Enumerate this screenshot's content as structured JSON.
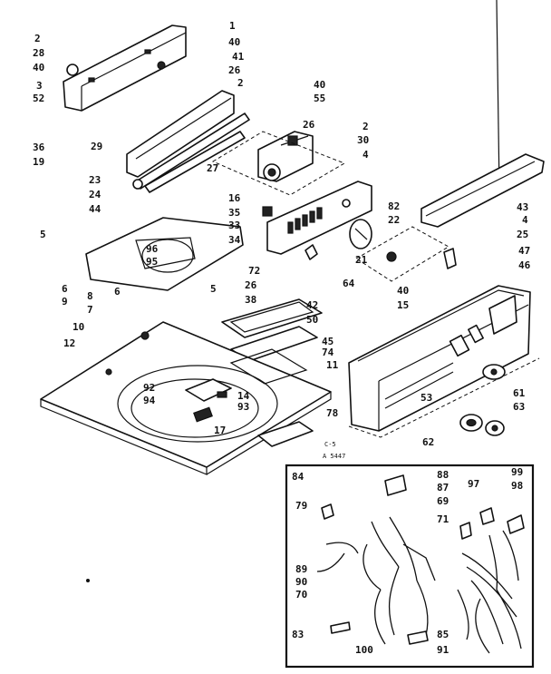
{
  "labels": [
    {
      "key": "l1",
      "text": "1"
    },
    {
      "key": "l2a",
      "text": "2"
    },
    {
      "key": "l28",
      "text": "28"
    },
    {
      "key": "l40a",
      "text": "40"
    },
    {
      "key": "l40b",
      "text": "40"
    },
    {
      "key": "l41",
      "text": "41"
    },
    {
      "key": "l26a",
      "text": "26"
    },
    {
      "key": "l2b",
      "text": "2"
    },
    {
      "key": "l40c",
      "text": "40"
    },
    {
      "key": "l55",
      "text": "55"
    },
    {
      "key": "l3",
      "text": "3"
    },
    {
      "key": "l52",
      "text": "52"
    },
    {
      "key": "l26b",
      "text": "26"
    },
    {
      "key": "l29",
      "text": "29"
    },
    {
      "key": "l36",
      "text": "36"
    },
    {
      "key": "l19",
      "text": "19"
    },
    {
      "key": "l2c",
      "text": "2"
    },
    {
      "key": "l30",
      "text": "30"
    },
    {
      "key": "l4a",
      "text": "4"
    },
    {
      "key": "l27",
      "text": "27"
    },
    {
      "key": "l23",
      "text": "23"
    },
    {
      "key": "l24",
      "text": "24"
    },
    {
      "key": "l44",
      "text": "44"
    },
    {
      "key": "l16",
      "text": "16"
    },
    {
      "key": "l43",
      "text": "43"
    },
    {
      "key": "l35",
      "text": "35"
    },
    {
      "key": "l33",
      "text": "33"
    },
    {
      "key": "l82",
      "text": "82"
    },
    {
      "key": "l22",
      "text": "22"
    },
    {
      "key": "l4b",
      "text": "4"
    },
    {
      "key": "l5a",
      "text": "5"
    },
    {
      "key": "l34",
      "text": "34"
    },
    {
      "key": "l25",
      "text": "25"
    },
    {
      "key": "l96",
      "text": "96"
    },
    {
      "key": "l95",
      "text": "95"
    },
    {
      "key": "l21",
      "text": "21"
    },
    {
      "key": "l47",
      "text": "47"
    },
    {
      "key": "l46",
      "text": "46"
    },
    {
      "key": "l72",
      "text": "72"
    },
    {
      "key": "l6a",
      "text": "6"
    },
    {
      "key": "l9",
      "text": "9"
    },
    {
      "key": "l8",
      "text": "8"
    },
    {
      "key": "l7",
      "text": "7"
    },
    {
      "key": "l6b",
      "text": "6"
    },
    {
      "key": "l5b",
      "text": "5"
    },
    {
      "key": "l26c",
      "text": "26"
    },
    {
      "key": "l38",
      "text": "38"
    },
    {
      "key": "l64",
      "text": "64"
    },
    {
      "key": "l40d",
      "text": "40"
    },
    {
      "key": "l15",
      "text": "15"
    },
    {
      "key": "l42",
      "text": "42"
    },
    {
      "key": "l50",
      "text": "50"
    },
    {
      "key": "l10",
      "text": "10"
    },
    {
      "key": "l12",
      "text": "12"
    },
    {
      "key": "l45",
      "text": "45"
    },
    {
      "key": "l74",
      "text": "74"
    },
    {
      "key": "l11",
      "text": "11"
    },
    {
      "key": "l92",
      "text": "92"
    },
    {
      "key": "l94",
      "text": "94"
    },
    {
      "key": "l14",
      "text": "14"
    },
    {
      "key": "l93",
      "text": "93"
    },
    {
      "key": "l53",
      "text": "53"
    },
    {
      "key": "l61",
      "text": "61"
    },
    {
      "key": "l63",
      "text": "63"
    },
    {
      "key": "l17",
      "text": "17"
    },
    {
      "key": "l78",
      "text": "78"
    },
    {
      "key": "l62",
      "text": "62"
    },
    {
      "key": "l84",
      "text": "84"
    },
    {
      "key": "l88",
      "text": "88"
    },
    {
      "key": "l87",
      "text": "87"
    },
    {
      "key": "l69",
      "text": "69"
    },
    {
      "key": "l99",
      "text": "99"
    },
    {
      "key": "l98",
      "text": "98"
    },
    {
      "key": "l97",
      "text": "97"
    },
    {
      "key": "l79",
      "text": "79"
    },
    {
      "key": "l71",
      "text": "71"
    },
    {
      "key": "l89",
      "text": "89"
    },
    {
      "key": "l90",
      "text": "90"
    },
    {
      "key": "l70",
      "text": "70"
    },
    {
      "key": "l83",
      "text": "83"
    },
    {
      "key": "l85",
      "text": "85"
    },
    {
      "key": "l100",
      "text": "100"
    },
    {
      "key": "l91",
      "text": "91"
    }
  ],
  "code": {
    "line1": "C-5",
    "line2": "A 5447"
  }
}
